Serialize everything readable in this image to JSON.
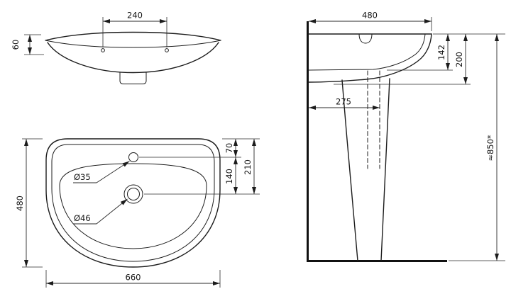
{
  "drawing": {
    "background": "#ffffff",
    "line_color": "#1c1c1c",
    "front_view": {
      "tap_hole_spacing": "240",
      "rim_height": "60"
    },
    "plan_view": {
      "overall_depth": "480",
      "overall_width": "660",
      "tap_hole_diameter": "Ø35",
      "waste_hole_diameter": "Ø46",
      "back_edge_to_tap_hole": "70",
      "tap_hole_to_waste": "140",
      "back_edge_to_waste": "210"
    },
    "side_view": {
      "overall_depth": "480",
      "rim_to_basin_floor": "142",
      "rim_to_underside": "200",
      "wall_to_trap": "275",
      "floor_to_rim_height": "≈850*"
    }
  }
}
